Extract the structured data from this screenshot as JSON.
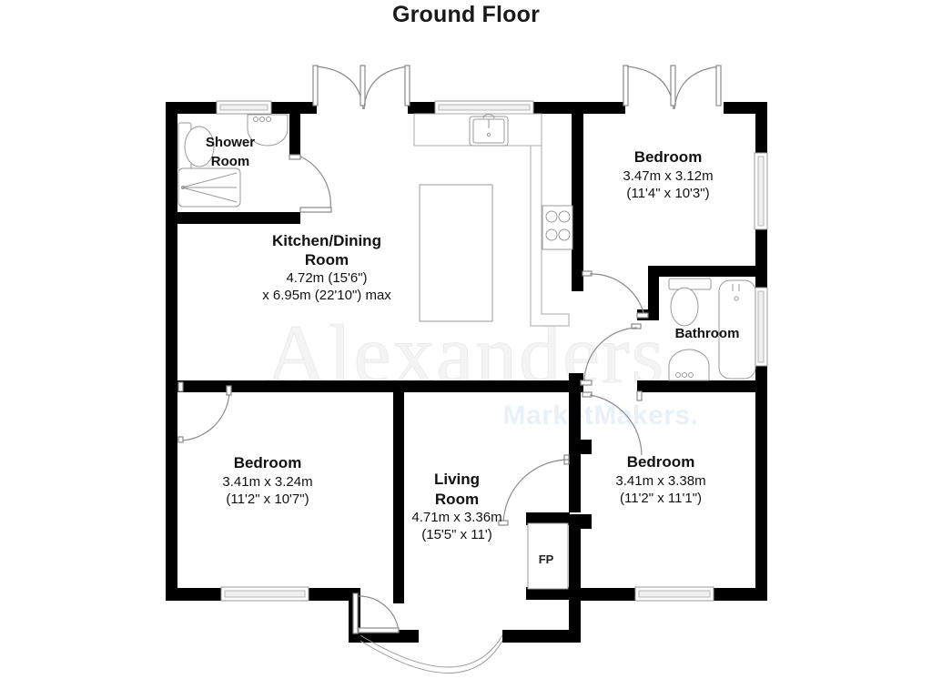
{
  "page": {
    "title": "Ground Floor",
    "background_color": "#ffffff",
    "wall_color": "#000000",
    "fixture_stroke_color": "#999999",
    "door_arc_color": "#8a8a8a"
  },
  "watermark": {
    "main_text": "Alexanders",
    "main_color": "#f4f4f4",
    "sub_text": "MarketMakers.",
    "sub_color": "#e8f1fa"
  },
  "rooms": [
    {
      "id": "shower-room",
      "name_lines": [
        "Shower",
        "Room"
      ],
      "dimensions_metric": "",
      "dimensions_imperial": "",
      "fixtures": [
        "toilet",
        "wash-basin",
        "shower-tray"
      ]
    },
    {
      "id": "kitchen-dining-room",
      "name_lines": [
        "Kitchen/Dining",
        "Room"
      ],
      "dimensions_metric": "4.72m (15'6\")",
      "dimensions_imperial": "x 6.95m (22'10\") max",
      "fixtures": [
        "sink",
        "hob",
        "worktop",
        "island"
      ]
    },
    {
      "id": "bedroom-top-right",
      "name_lines": [
        "Bedroom"
      ],
      "dimensions_metric": "3.47m x 3.12m",
      "dimensions_imperial": "(11'4\" x 10'3\")",
      "fixtures": []
    },
    {
      "id": "bathroom",
      "name_lines": [
        "Bathroom"
      ],
      "dimensions_metric": "",
      "dimensions_imperial": "",
      "fixtures": [
        "toilet",
        "bath",
        "wash-basin"
      ]
    },
    {
      "id": "bedroom-bottom-left",
      "name_lines": [
        "Bedroom"
      ],
      "dimensions_metric": "3.41m x 3.24m",
      "dimensions_imperial": "(11'2\" x 10'7\")",
      "fixtures": []
    },
    {
      "id": "living-room",
      "name_lines": [
        "Living",
        "Room"
      ],
      "dimensions_metric": "4.71m x 3.36m",
      "dimensions_imperial": "(15'5\" x 11')",
      "fixtures": [
        "fireplace",
        "bay-window"
      ]
    },
    {
      "id": "bedroom-bottom-right",
      "name_lines": [
        "Bedroom"
      ],
      "dimensions_metric": "3.41m x 3.38m",
      "dimensions_imperial": "(11'2\" x 11'1\")",
      "fixtures": []
    }
  ],
  "annotations": {
    "fireplace_label": "FP"
  }
}
